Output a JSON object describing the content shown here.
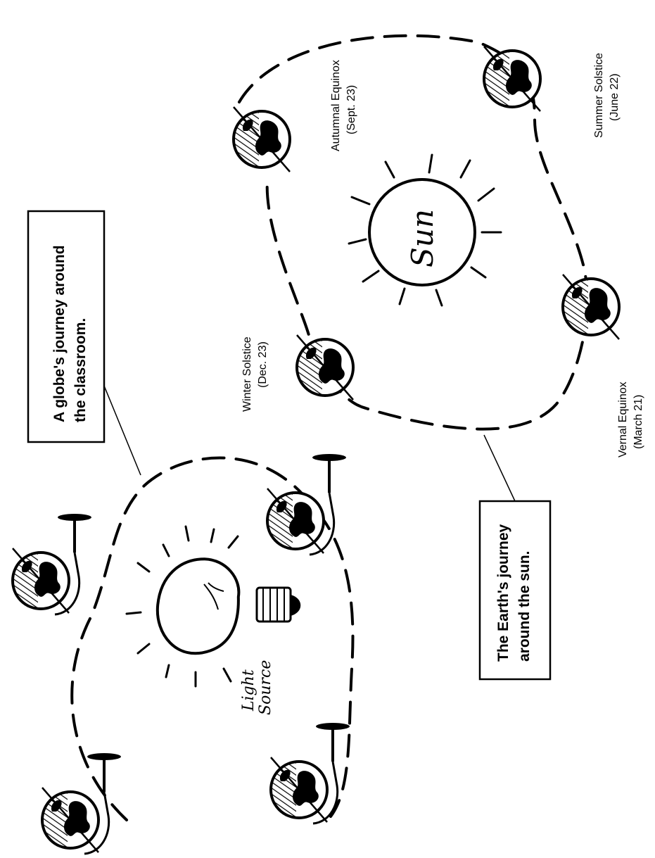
{
  "labels": {
    "globe_journey": {
      "line1": "A globe's journey around",
      "line2": "the classroom."
    },
    "earth_journey": {
      "line1": "The Earth's journey",
      "line2": "around the sun."
    },
    "light_source": {
      "line1": "Light",
      "line2": "Source"
    },
    "sun": "Sun",
    "seasons": {
      "winter": {
        "name": "Winter Solstice",
        "date": "(Dec. 23)"
      },
      "autumn": {
        "name": "Autumnal Equinox",
        "date": "(Sept. 23)"
      },
      "summer": {
        "name": "Summer Solstice",
        "date": "(June 22)"
      },
      "vernal": {
        "name": "Vernal Equinox",
        "date": "(March 21)"
      }
    }
  },
  "colors": {
    "ink": "#000000",
    "paper": "#ffffff"
  },
  "icons": [
    "light-bulb-icon",
    "sun-icon",
    "globe-on-stand-icon",
    "earth-globe-icon"
  ]
}
